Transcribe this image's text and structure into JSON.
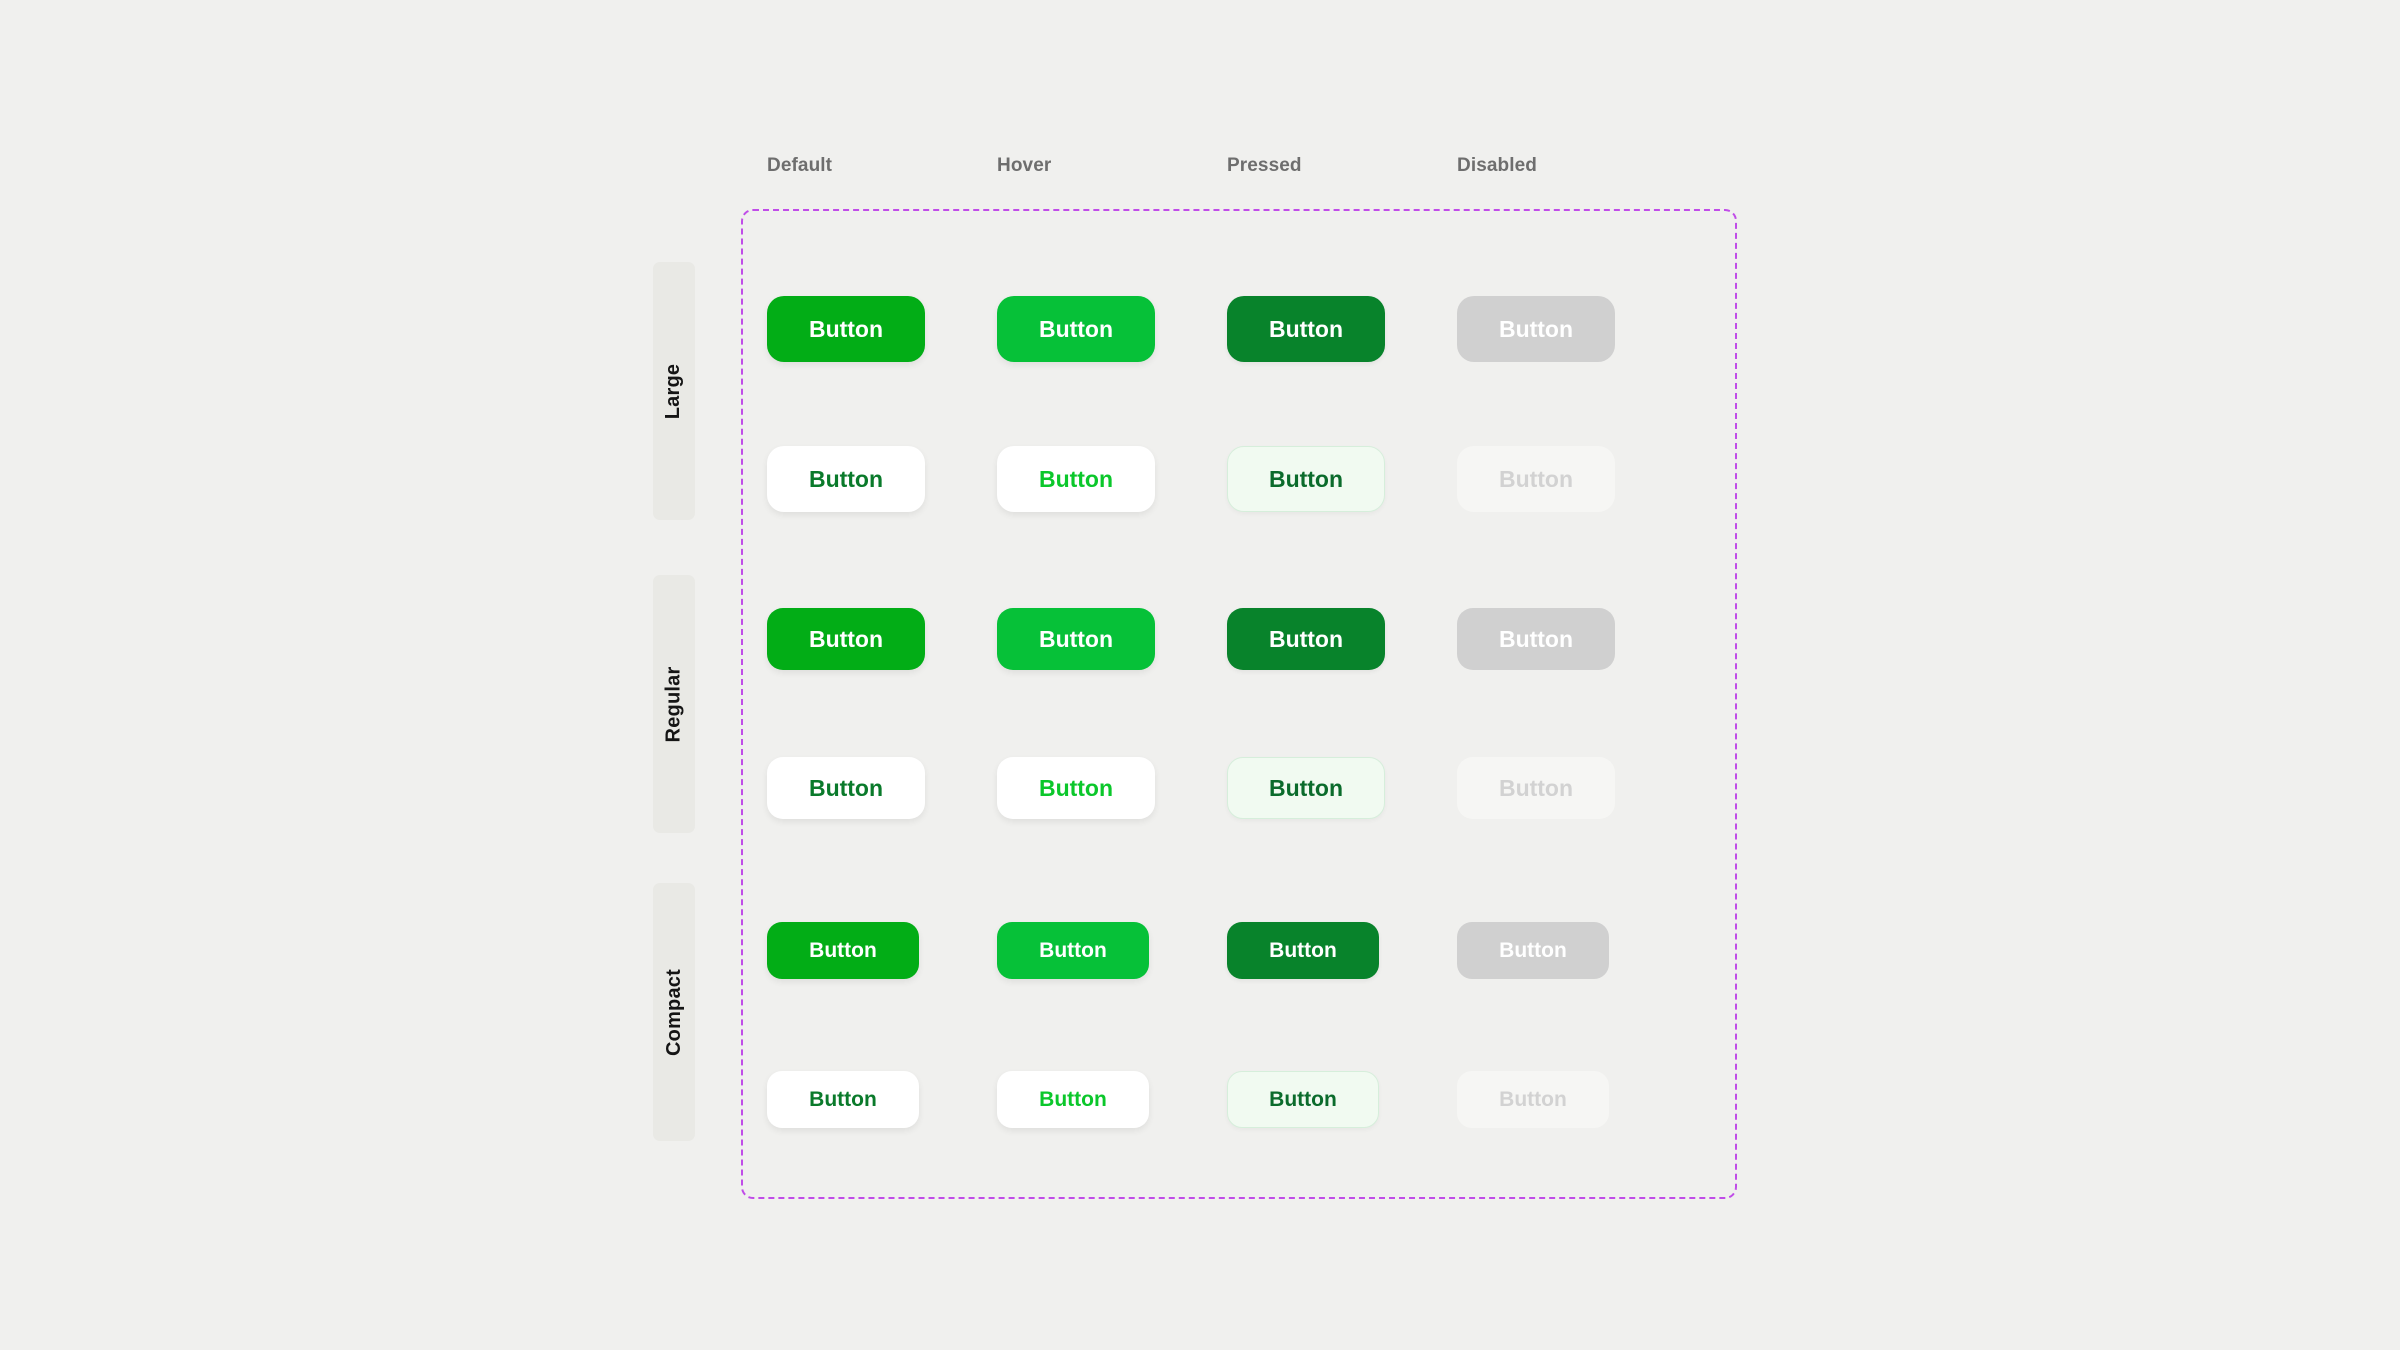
{
  "page": {
    "background_color": "#f0f0ee",
    "frame_border_color": "#c04ce8"
  },
  "columns": [
    {
      "label": "Default"
    },
    {
      "label": "Hover"
    },
    {
      "label": "Pressed"
    },
    {
      "label": "Disabled"
    }
  ],
  "rows": [
    {
      "label": "Large"
    },
    {
      "label": "Regular"
    },
    {
      "label": "Compact"
    }
  ],
  "buttons": {
    "large": {
      "primary": [
        {
          "label": "Button"
        },
        {
          "label": "Button"
        },
        {
          "label": "Button"
        },
        {
          "label": "Button"
        }
      ],
      "secondary": [
        {
          "label": "Button"
        },
        {
          "label": "Button"
        },
        {
          "label": "Button"
        },
        {
          "label": "Button"
        }
      ]
    },
    "regular": {
      "primary": [
        {
          "label": "Button"
        },
        {
          "label": "Button"
        },
        {
          "label": "Button"
        },
        {
          "label": "Button"
        }
      ],
      "secondary": [
        {
          "label": "Button"
        },
        {
          "label": "Button"
        },
        {
          "label": "Button"
        },
        {
          "label": "Button"
        }
      ]
    },
    "compact": {
      "primary": [
        {
          "label": "Button"
        },
        {
          "label": "Button"
        },
        {
          "label": "Button"
        },
        {
          "label": "Button"
        }
      ],
      "secondary": [
        {
          "label": "Button"
        },
        {
          "label": "Button"
        },
        {
          "label": "Button"
        },
        {
          "label": "Button"
        }
      ]
    }
  },
  "colors": {
    "primary_default": "#02ad16",
    "primary_hover": "#06c138",
    "primary_pressed": "#08832b",
    "primary_disabled": "#d0d0d0",
    "secondary_default_text": "#0a7a2b",
    "secondary_hover_text": "#0bc72b",
    "secondary_pressed_bg": "#f1faf1",
    "secondary_disabled_text": "#d2d2d2",
    "row_label_bg": "#e9e9e5",
    "header_text": "#6e6e6e"
  }
}
